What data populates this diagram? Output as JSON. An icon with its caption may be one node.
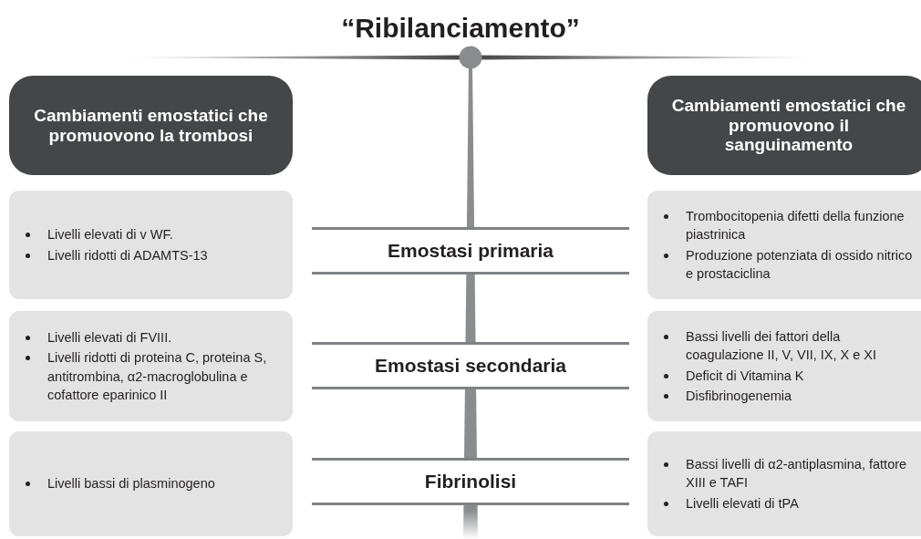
{
  "diagram": {
    "title": "“Ribilanciamento”",
    "nodes": [
      {
        "text": [
          "Cambiamenti emostatici che promuovono la trombosi"
        ]
      },
      {
        "text": [
          "Cambiamenti emostatici che promuovono il sanguinamento"
        ]
      },
      {
        "text": [
          "Livelli elevati di v WF.",
          "Livelli ridotti di ADAMTS-13"
        ]
      },
      {
        "text": [
          "Livelli elevati di FVIII.",
          "Livelli ridotti di proteina C, proteina S, antitrombina, α2-macroglobulina e cofattore eparinico II"
        ]
      },
      {
        "text": [
          "Livelli bassi di plasminogeno"
        ]
      },
      {
        "text": [
          "Emostasi primaria"
        ]
      },
      {
        "text": [
          "Emostasi secondaria"
        ]
      },
      {
        "text": [
          "Fibrinolisi"
        ]
      },
      {
        "text": [
          "Trombocitopenia difetti della funzione piastrinica",
          "Produzione potenziata di ossido nitrico e prostaciclina"
        ]
      },
      {
        "text": [
          "Bassi livelli dei fattori della coagulazione II, V, VII, IX, X e XI",
          "Deficit di Vitamina K",
          "Disfibrinogenemia"
        ]
      },
      {
        "text": [
          "Bassi livelli di α2-antiplasmina, fattore XIII e TAFI",
          "Livelli elevati di tPA"
        ]
      }
    ]
  }
}
